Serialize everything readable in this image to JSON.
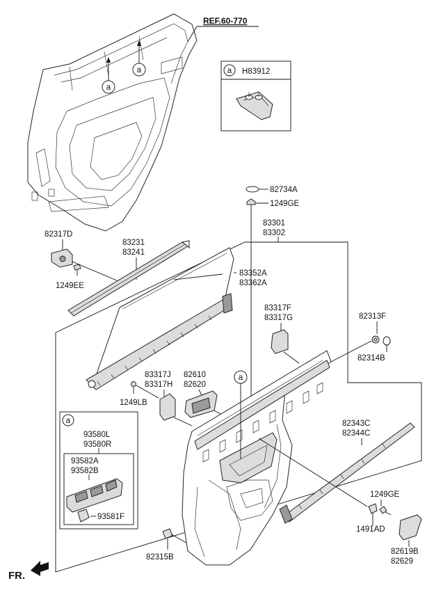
{
  "ref": "REF.60-770",
  "fr": "FR.",
  "callout": {
    "marker": "a",
    "part": "H83912"
  },
  "switch_box": {
    "marker": "a",
    "line1": "93580L",
    "line2": "93580R",
    "inner1": "93582A",
    "inner2": "93582B",
    "part3": "93581F"
  },
  "parts": {
    "p82734A": "82734A",
    "p1249GE_top": "1249GE",
    "p83301": "83301",
    "p83302": "83302",
    "p82317D": "82317D",
    "p83231": "83231",
    "p83241": "83241",
    "p1249EE": "1249EE",
    "p83352A": "83352A",
    "p83362A": "83362A",
    "p83317F": "83317F",
    "p83317G": "83317G",
    "p82313F": "82313F",
    "p82314B": "82314B",
    "p83317J": "83317J",
    "p83317H": "83317H",
    "p82610": "82610",
    "p82620": "82620",
    "p1249LB": "1249LB",
    "p82343C": "82343C",
    "p82344C": "82344C",
    "p1249GE_bot": "1249GE",
    "p1491AD": "1491AD",
    "p82619B": "82619B",
    "p82629": "82629",
    "p82315B": "82315B"
  },
  "markers": {
    "door_a1": "a",
    "door_a2": "a",
    "panel_a": "a"
  }
}
